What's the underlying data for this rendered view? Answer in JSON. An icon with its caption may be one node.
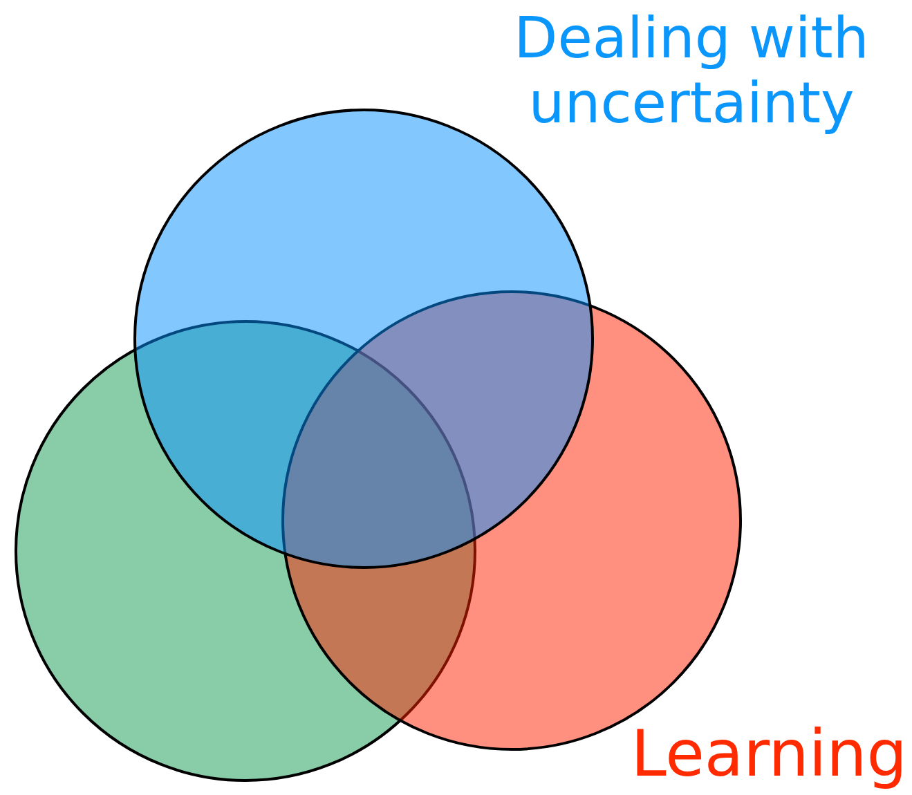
{
  "diagram": {
    "nodes": [
      {
        "text": [
          "Dealing with uncertainty"
        ]
      },
      {
        "text": [],
        "shape": "circle"
      },
      {
        "text": [
          "Learning"
        ]
      }
    ]
  }
}
